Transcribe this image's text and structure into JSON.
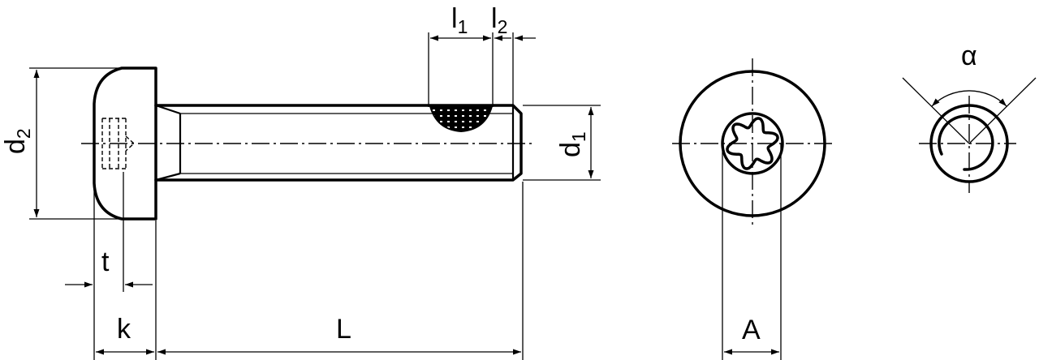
{
  "labels": {
    "d2": {
      "main": "d",
      "sub": "2"
    },
    "d1": {
      "main": "d",
      "sub": "1"
    },
    "l1": {
      "main": "l",
      "sub": "1"
    },
    "l2": {
      "main": "l",
      "sub": "2"
    },
    "t": "t",
    "k": "k",
    "L": "L",
    "A": "A",
    "alpha": "α"
  }
}
